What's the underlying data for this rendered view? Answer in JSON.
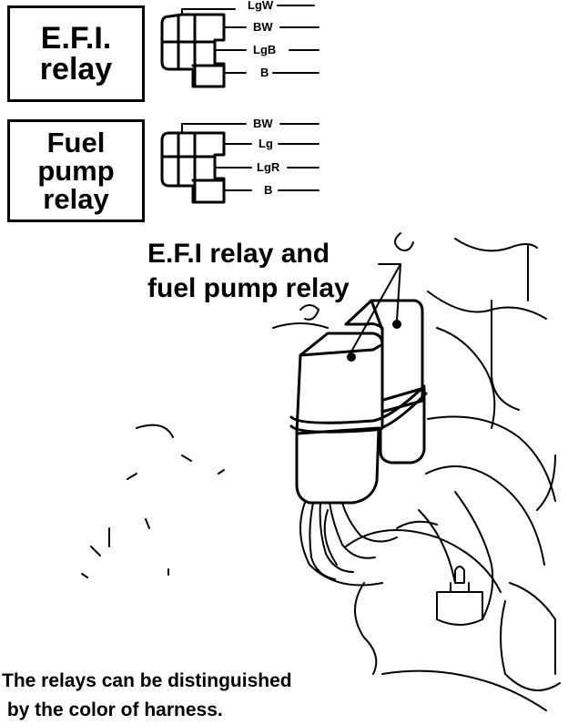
{
  "legend": {
    "efi_relay": {
      "line1": "E.F.I.",
      "line2": "relay"
    },
    "fuel_pump_relay": {
      "line1": "Fuel",
      "line2": "pump",
      "line3": "relay"
    }
  },
  "connectors": {
    "efi": {
      "wires": [
        "LgW",
        "BW",
        "LgB",
        "B"
      ]
    },
    "fuel_pump": {
      "wires": [
        "BW",
        "Lg",
        "LgR",
        "B"
      ]
    }
  },
  "callout": {
    "line1": "E.F.I relay and",
    "line2": "fuel pump relay"
  },
  "caption": {
    "line1": "The relays can be distinguished",
    "line2": " by the color of harness."
  }
}
